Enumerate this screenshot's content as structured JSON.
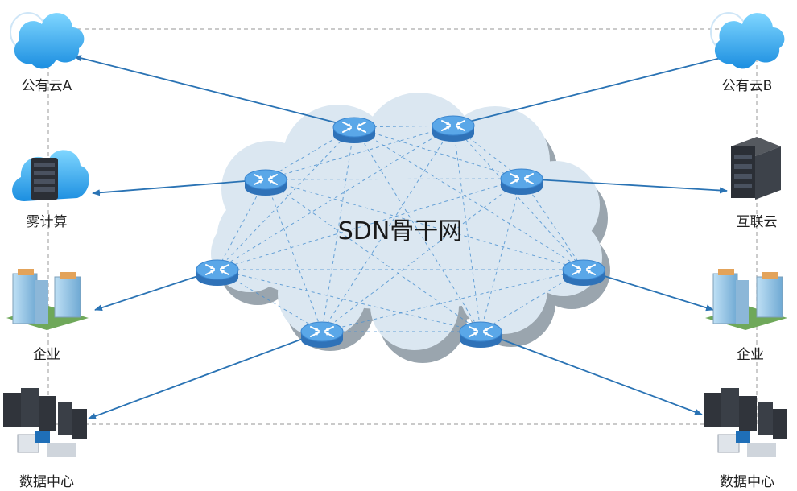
{
  "core": {
    "label": "SDN骨干网"
  },
  "nodes": {
    "public_cloud_a": "公有云A",
    "fog_computing": "雾计算",
    "enterprise_left": "企业",
    "datacenter_left": "数据中心",
    "public_cloud_b": "公有云B",
    "interconnect_cloud": "互联云",
    "enterprise_right": "企业",
    "datacenter_right": "数据中心"
  },
  "colors": {
    "cloud_fill": "#dbe7f1",
    "cloud_shadow": "#9aa5ae",
    "router_top": "#5aa7e8",
    "router_side": "#2f72b8",
    "arrow": "#2a73b4",
    "mesh": "#4a90d0",
    "frame": "#aaaaaa"
  }
}
